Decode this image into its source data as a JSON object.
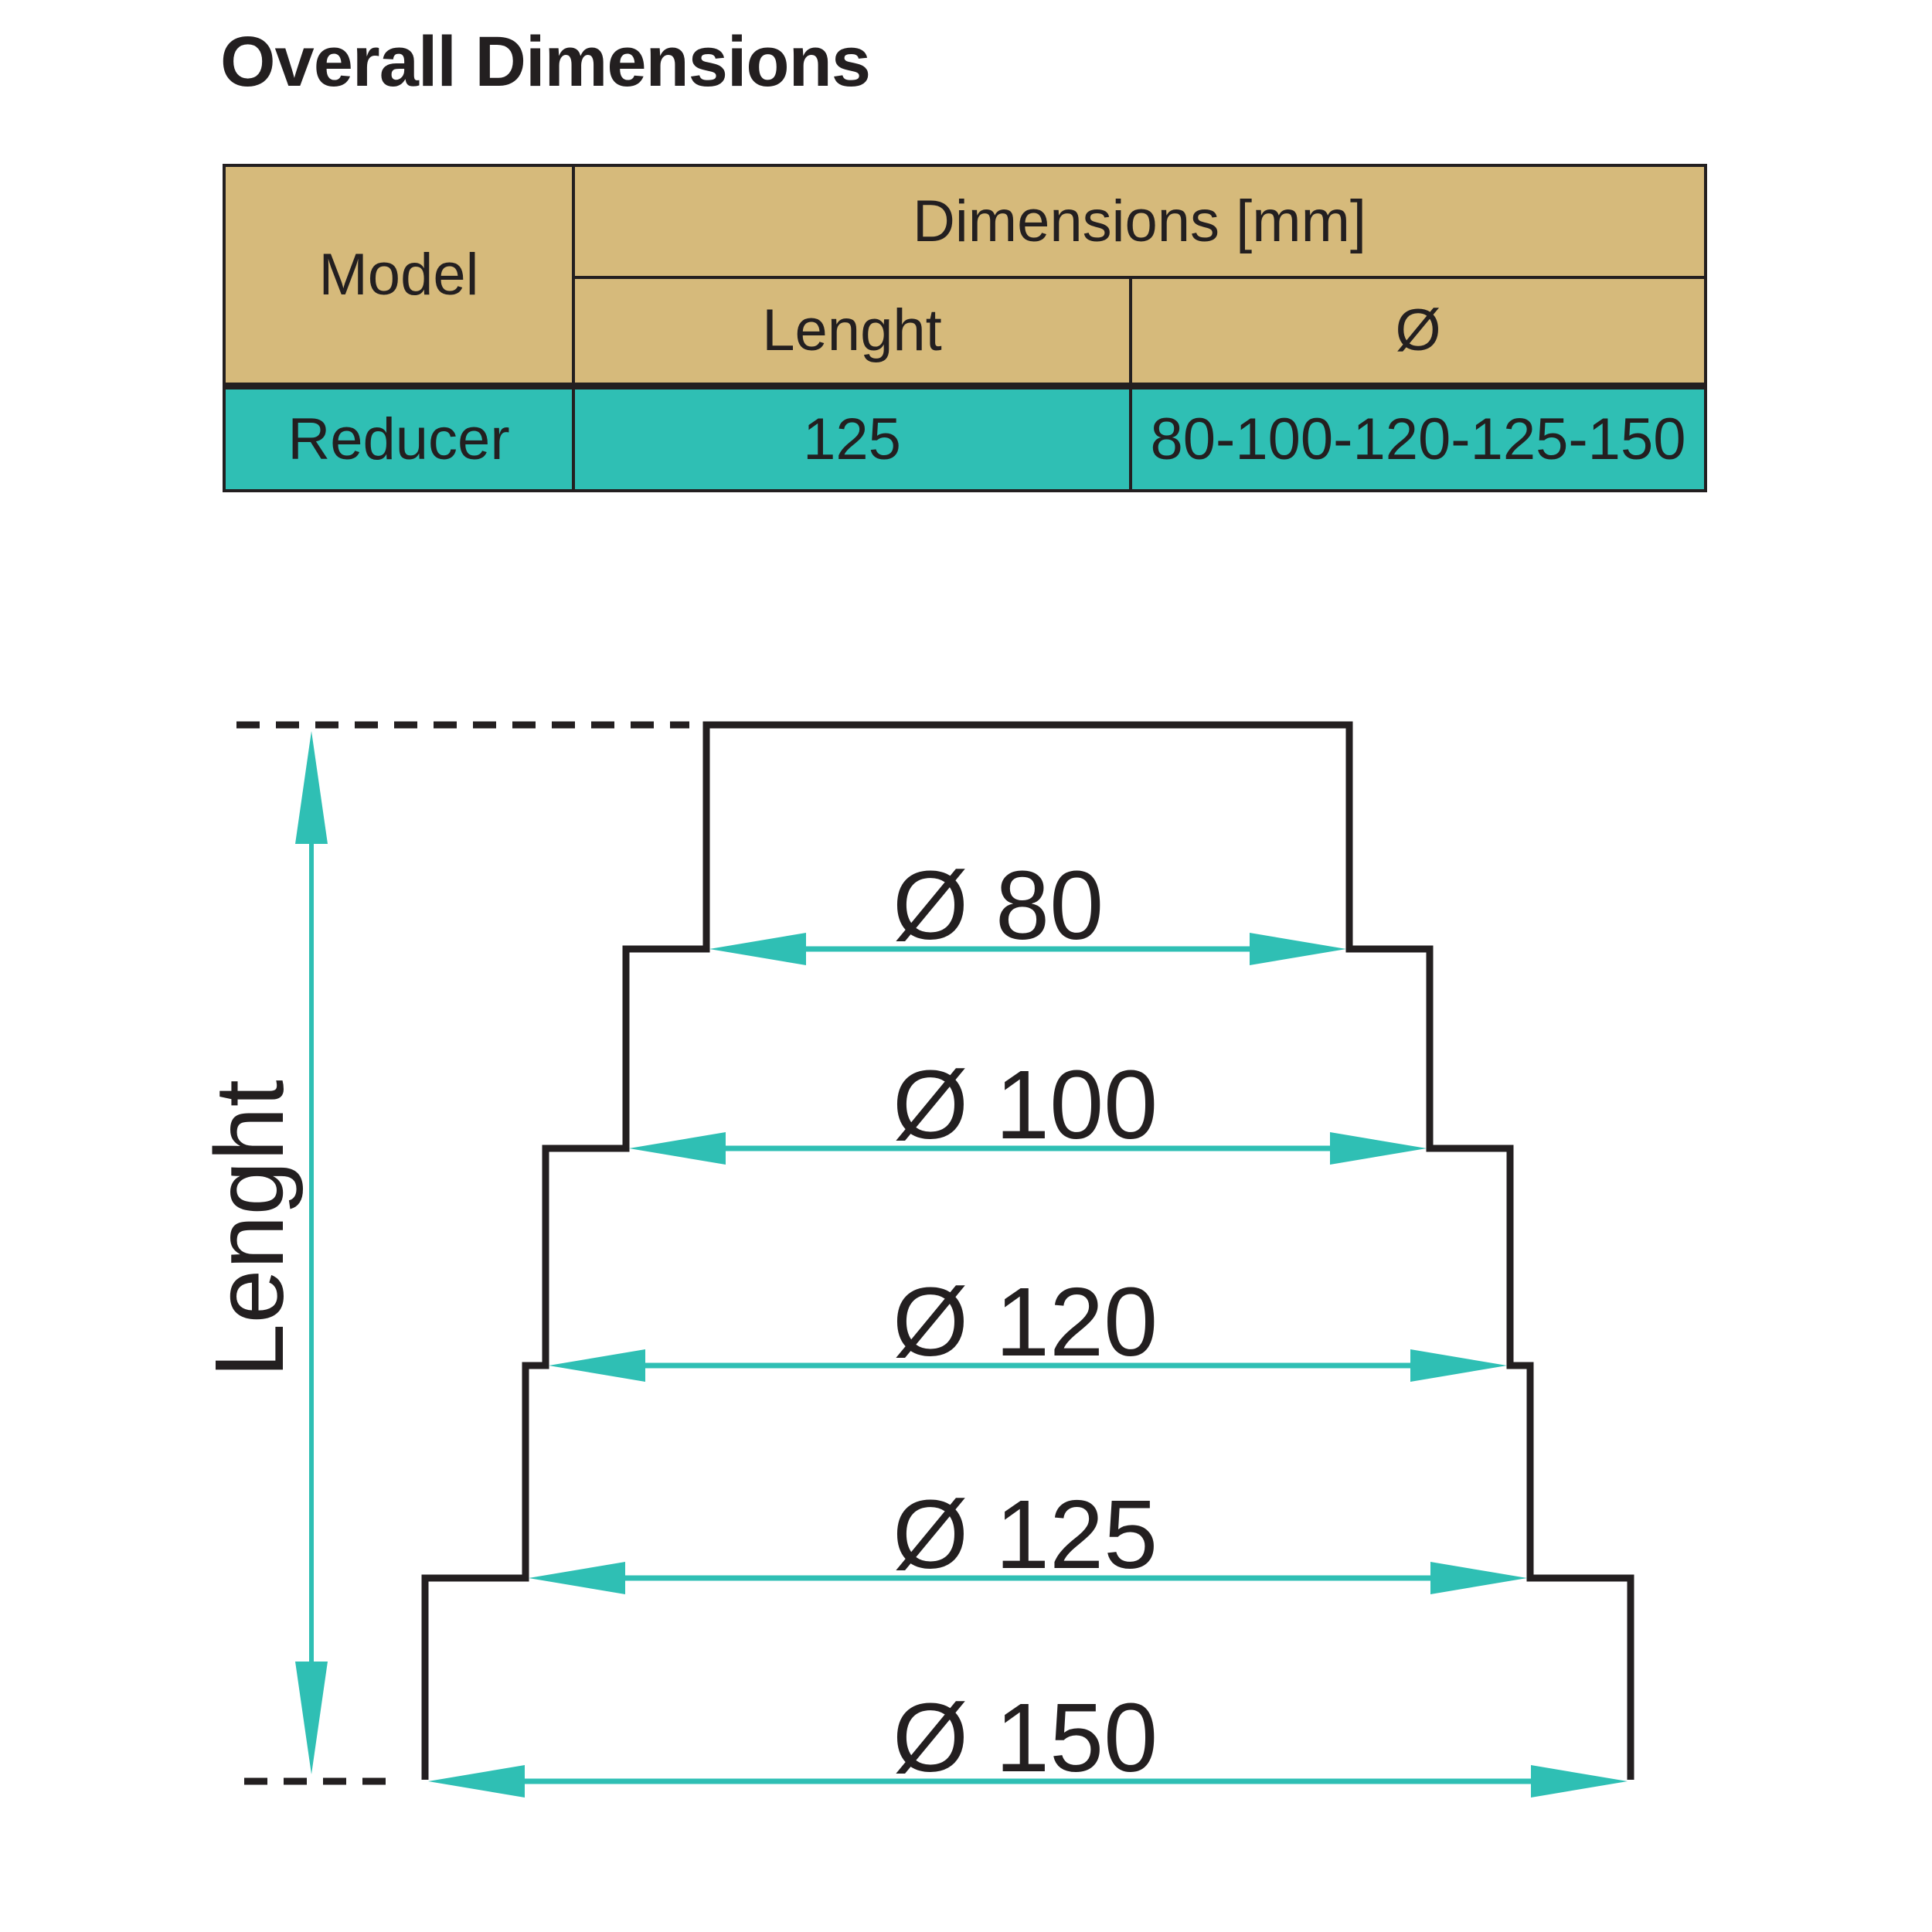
{
  "title": "Overall Dimensions",
  "table": {
    "header": {
      "model": "Model",
      "dimensions": "Dimensions [mm]",
      "length": "Lenght",
      "diameter": "Ø"
    },
    "row": {
      "model": "Reducer",
      "length": "125",
      "diameter": "80-100-120-125-150"
    }
  },
  "diagram": {
    "length_label": "Lenght",
    "diameters": [
      {
        "label": "Ø 80",
        "value_mm": 80
      },
      {
        "label": "Ø 100",
        "value_mm": 100
      },
      {
        "label": "Ø 120",
        "value_mm": 120
      },
      {
        "label": "Ø 125",
        "value_mm": 125
      },
      {
        "label": "Ø 150",
        "value_mm": 150
      }
    ]
  },
  "colors": {
    "header_fill": "#D6BA7B",
    "row_fill": "#2FBFB4",
    "dimension_accent": "#2FBFB4",
    "ink": "#231F20"
  }
}
